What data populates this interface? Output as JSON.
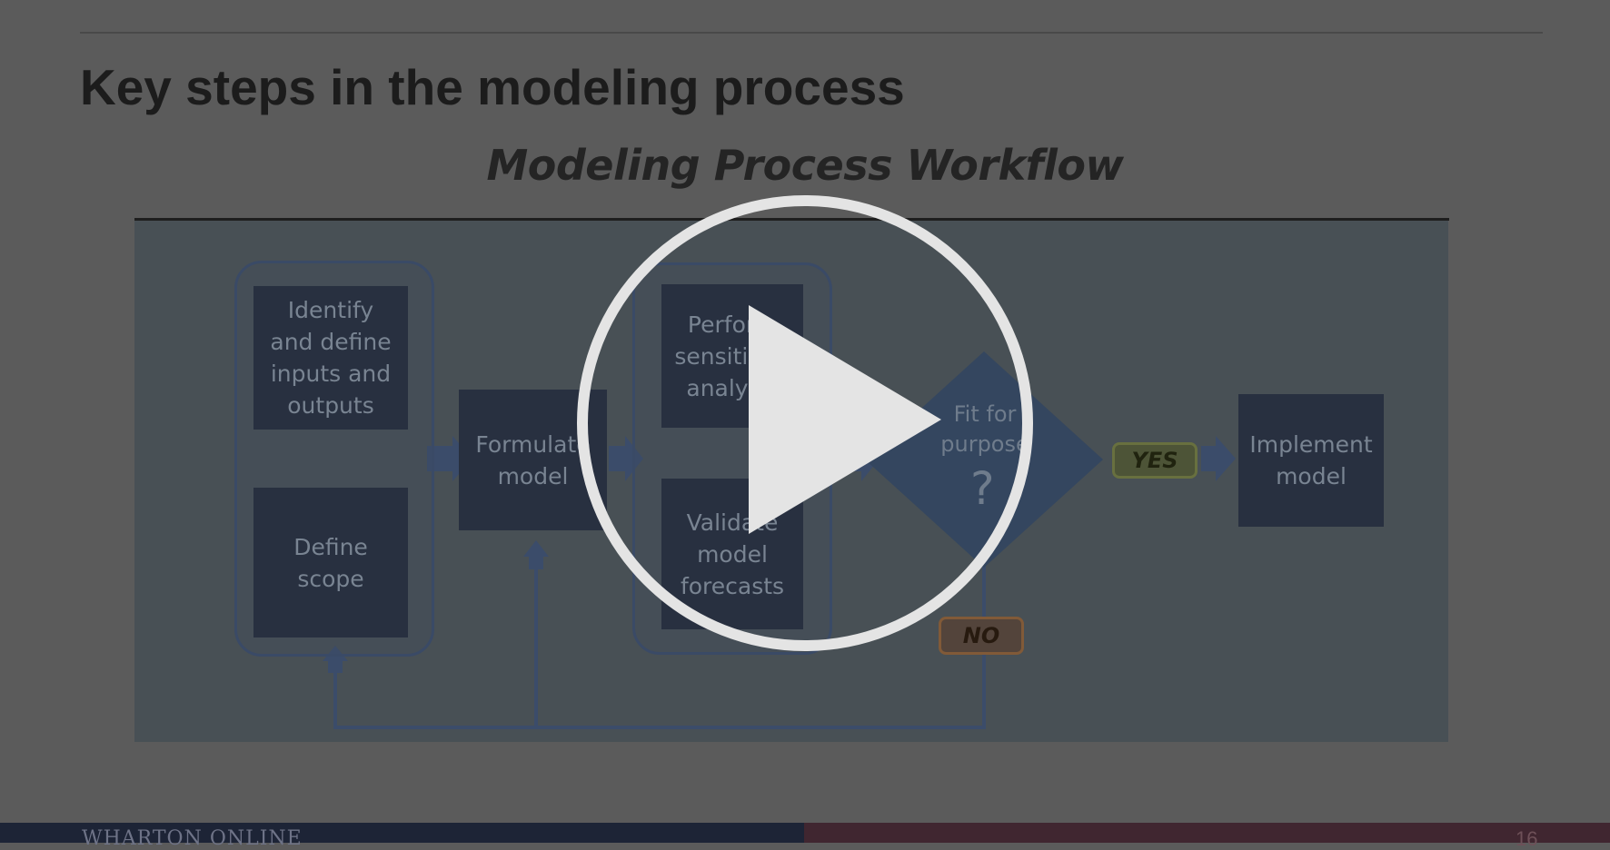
{
  "slide": {
    "title": "Key steps in the modeling process",
    "workflow_title": "Modeling Process Workflow"
  },
  "diagram": {
    "identify_box": "Identify\nand define\ninputs and\noutputs",
    "define_scope_box": "Define\nscope",
    "formulate_box": "Formulate\nmodel",
    "sensitivity_box": "Perform\nsensitivity\nanalysis",
    "validate_box": "Validate\nmodel\nforecasts",
    "decision_label": "Fit for\npurpose",
    "decision_mark": "?",
    "yes_label": "YES",
    "no_label": "NO",
    "implement_box": "Implement\nmodel"
  },
  "footer": {
    "brand": "WHARTON ONLINE",
    "page_number": "16"
  },
  "player": {
    "play_icon": "play-icon"
  },
  "colors": {
    "overlay_background": "#5b5b5b",
    "diagram_box": "#283040",
    "yes_tag": "#68703f",
    "no_tag": "#815a38",
    "footer_left": "#1d2436",
    "footer_right": "#402630"
  }
}
